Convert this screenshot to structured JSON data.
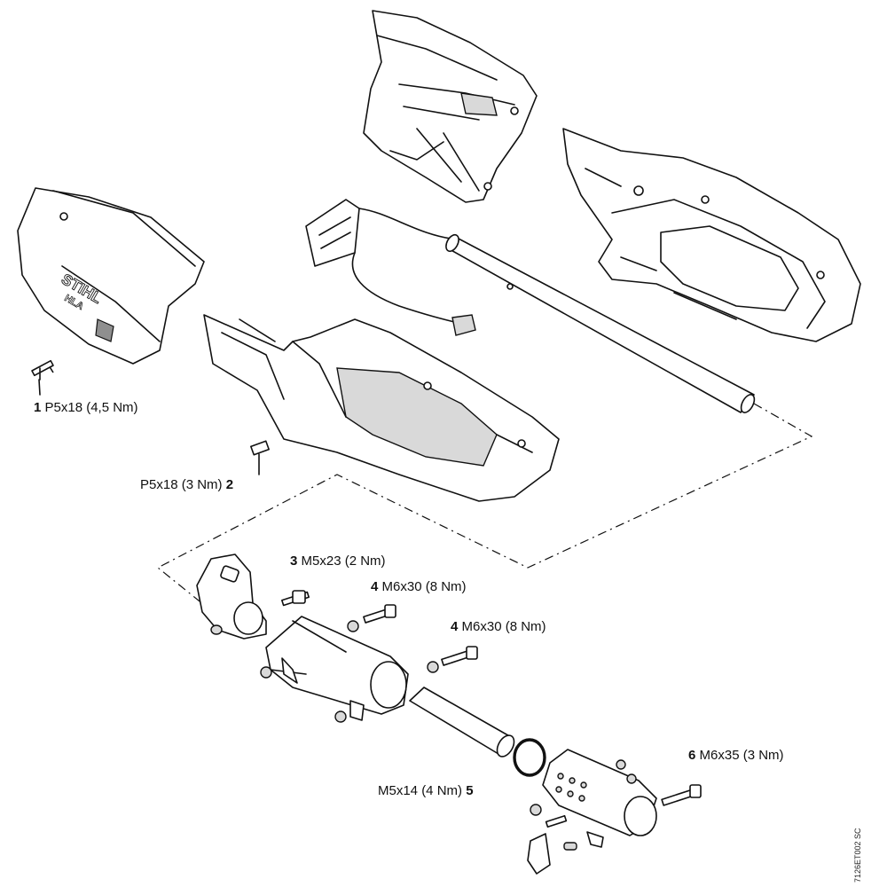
{
  "callouts": [
    {
      "number": "1",
      "spec": "P5x18 (4,5 Nm)"
    },
    {
      "number": "2",
      "spec": "P5x18 (3 Nm)"
    },
    {
      "number": "3",
      "spec": "M5x23 (2 Nm)"
    },
    {
      "number": "4",
      "spec": "M6x30 (8 Nm)"
    },
    {
      "number": "4",
      "spec": "M6x30 (8 Nm)"
    },
    {
      "number": "5",
      "spec": "M5x14 (4 Nm)"
    },
    {
      "number": "6",
      "spec": "M6x35 (3 Nm)"
    }
  ],
  "housing_text": {
    "brand": "STIHL",
    "model": "HLA"
  },
  "drawing_ref": "7126ET002 SC",
  "colors": {
    "line": "#111111",
    "shade": "#d9d9d9",
    "dark": "#8f8f8f"
  }
}
